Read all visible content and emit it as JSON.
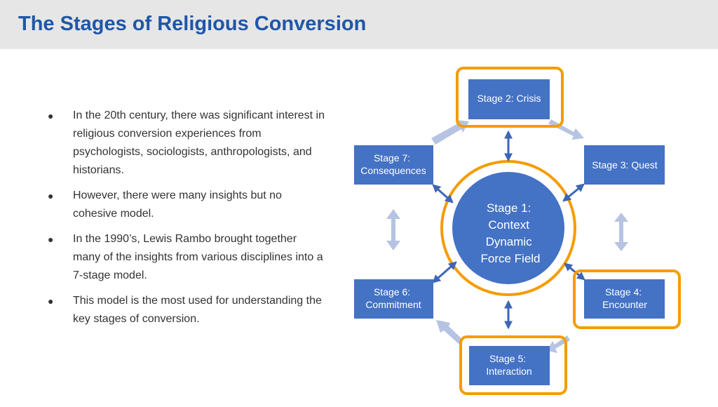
{
  "title": "The Stages of Religious Conversion",
  "bullets": [
    "In the 20th century, there was significant interest in religious conversion experiences from psychologists, sociologists, anthropologists, and historians.",
    "However, there were many insights but no cohesive model.",
    "In the 1990’s, Lewis Rambo brought together many of the insights from various disciplines into a 7-stage model.",
    "This model is the most used for understanding the key stages of conversion."
  ],
  "bullet_symbol": "●",
  "diagram": {
    "center": {
      "lines": [
        "Stage 1:",
        "Context",
        "Dynamic",
        "Force Field"
      ]
    },
    "stages": {
      "stage2": [
        "Stage 2: Crisis"
      ],
      "stage3": [
        "Stage 3: Quest"
      ],
      "stage4": [
        "Stage 4:",
        "Encounter"
      ],
      "stage5": [
        "Stage 5:",
        "Interaction"
      ],
      "stage6": [
        "Stage 6:",
        "Commitment"
      ],
      "stage7": [
        "Stage 7:",
        "Consequences"
      ]
    },
    "highlighted": [
      "stage1",
      "stage2",
      "stage4",
      "stage5"
    ],
    "colors": {
      "box": "#4472c4",
      "highlight": "#f59c00",
      "connector": "#3e66b5",
      "cycle_arrow": "#b6c3e2"
    }
  }
}
